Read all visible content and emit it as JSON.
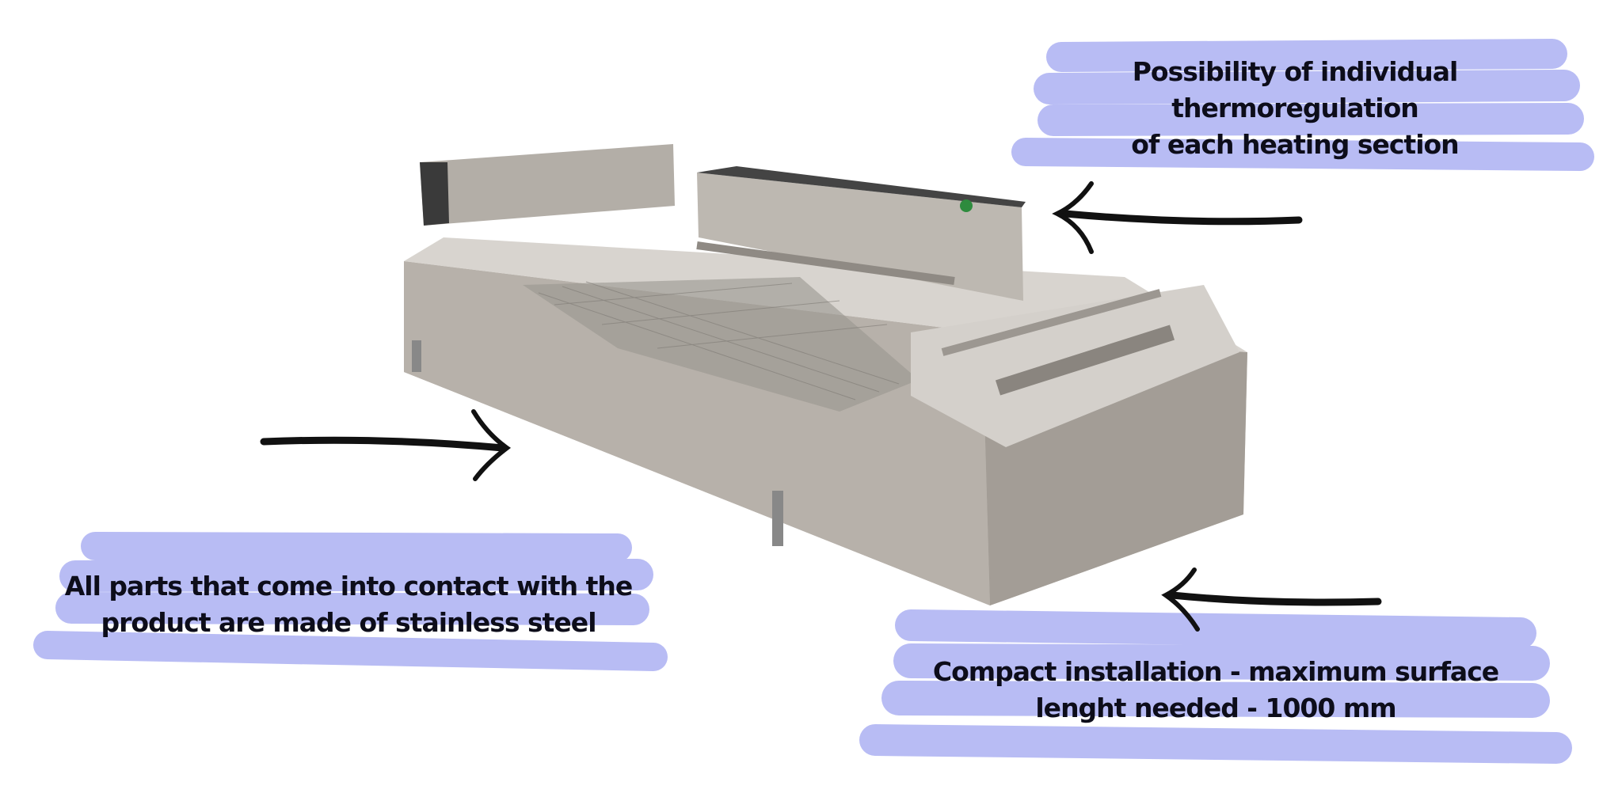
{
  "colors": {
    "highlight": "#b8bcf4",
    "arrow": "#111111",
    "steel": "#b9b4ad"
  },
  "callouts": [
    {
      "lines": [
        "Possibility of individual",
        "thermoregulation",
        "of each heating section"
      ]
    },
    {
      "lines": [
        "All parts that come into contact with the",
        "product are made of stainless steel"
      ]
    },
    {
      "lines": [
        "Compact installation  - maximum surface",
        "lenght needed - 1000 mm"
      ]
    }
  ]
}
